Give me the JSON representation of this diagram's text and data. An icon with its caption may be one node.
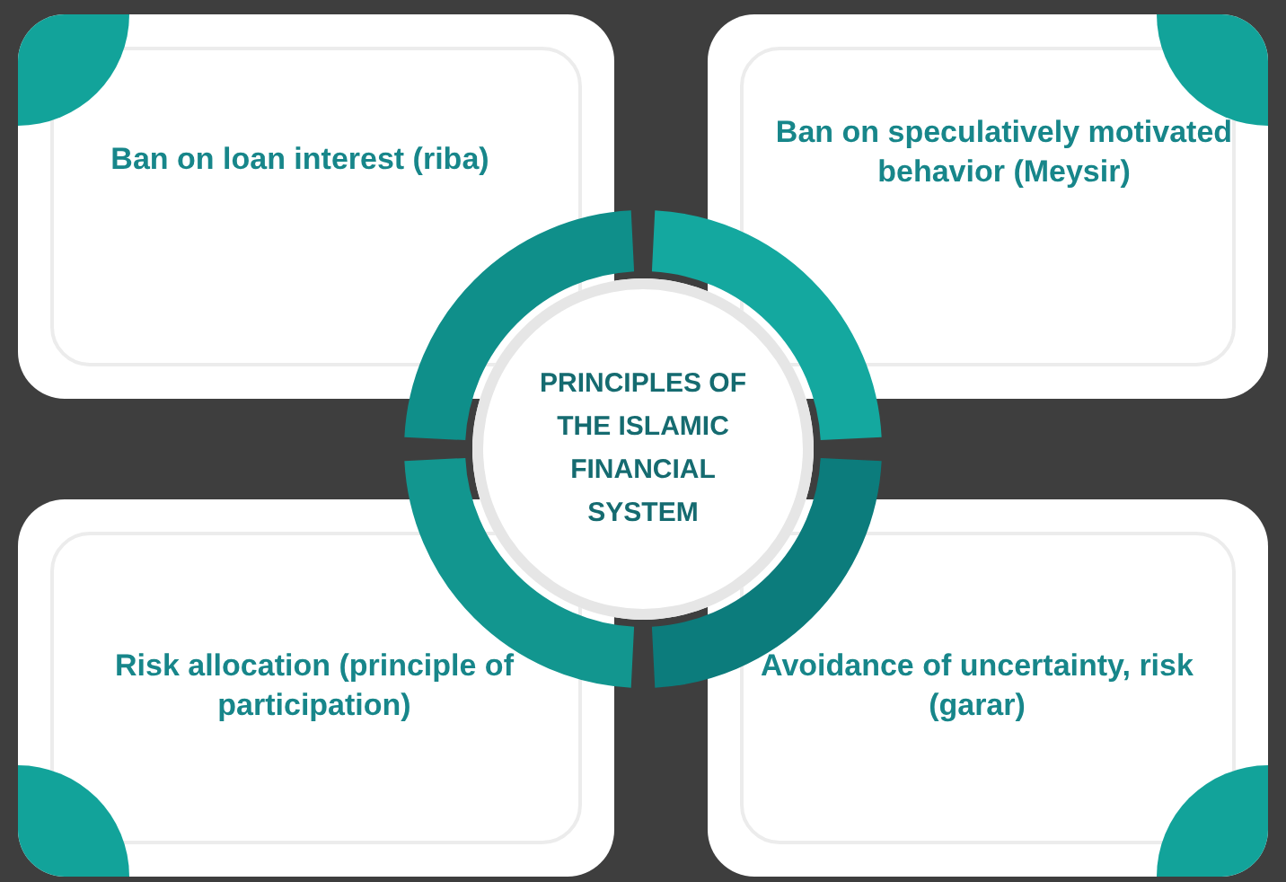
{
  "diagram": {
    "nodes": [
      {
        "text": [
          "Ban on loan interest (riba)"
        ]
      },
      {
        "text": [
          "Ban on speculatively motivated behavior (Meysir)"
        ]
      },
      {
        "text": [
          "PRINCIPLES OF THE ISLAMIC FINANCIAL SYSTEM"
        ]
      },
      {
        "text": [
          "Risk allocation (principle of participation)"
        ]
      },
      {
        "text": [
          "Avoidance of uncertainty, risk (garar)"
        ]
      }
    ]
  }
}
